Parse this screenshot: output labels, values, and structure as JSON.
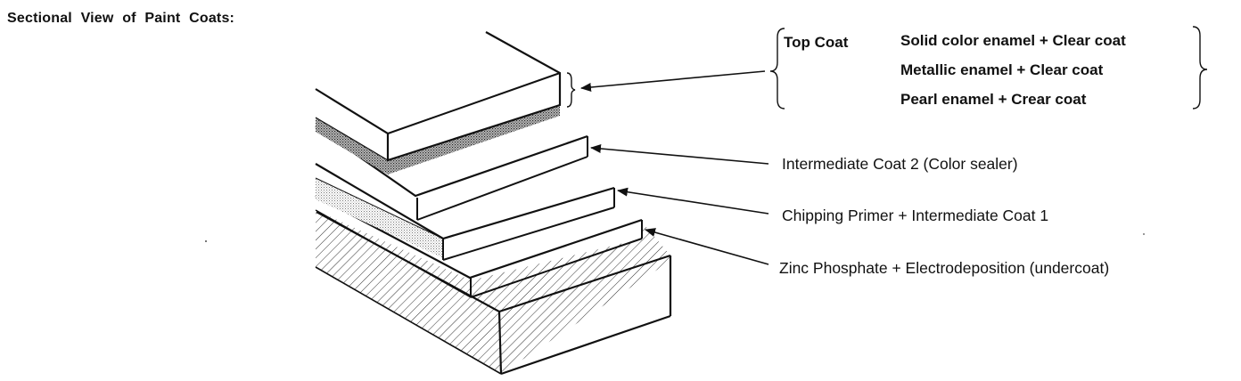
{
  "title": "Sectional View of Paint Coats:",
  "top_coat": {
    "label": "Top Coat",
    "options": [
      "Solid color enamel + Clear coat",
      "Metallic enamel + Clear coat",
      "Pearl enamel + Crear coat"
    ]
  },
  "layers": [
    {
      "key": "intermediate_coat_2",
      "label": "Intermediate Coat 2 (Color sealer)"
    },
    {
      "key": "chipping_primer",
      "label": "Chipping Primer + Intermediate Coat 1"
    },
    {
      "key": "zinc_phosphate",
      "label": "Zinc Phosphate + Electrodeposition (undercoat)"
    }
  ],
  "colors": {
    "line": "#111111",
    "background": "#ffffff"
  }
}
